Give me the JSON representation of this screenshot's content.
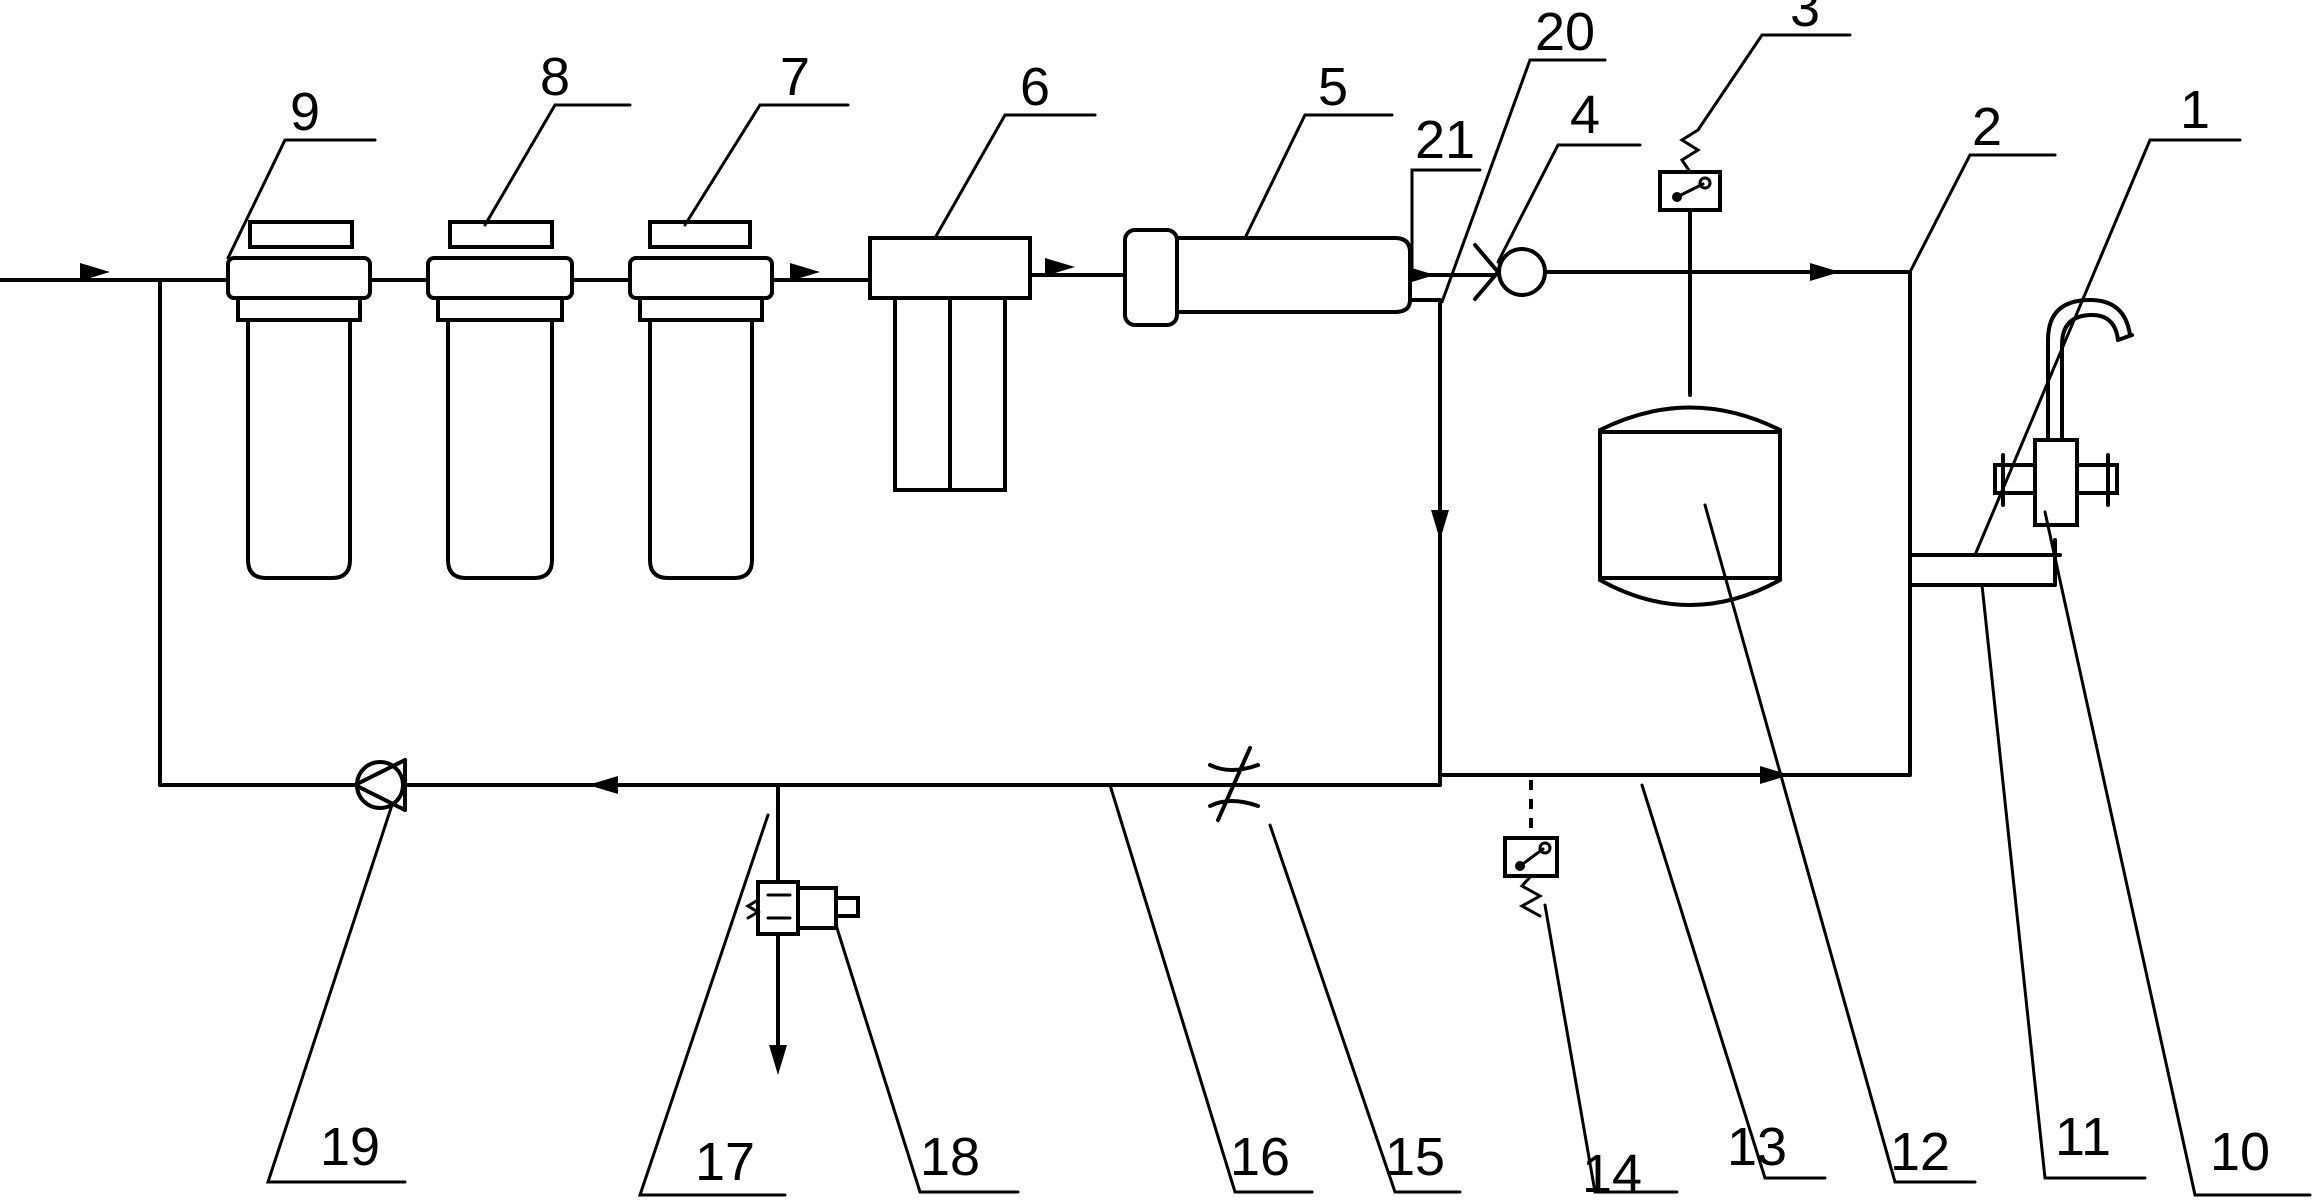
{
  "labels": {
    "l1": "1",
    "l2": "2",
    "l3": "3",
    "l4": "4",
    "l5": "5",
    "l6": "6",
    "l7": "7",
    "l8": "8",
    "l9": "9",
    "l10": "10",
    "l11": "11",
    "l12": "12",
    "l13": "13",
    "l14": "14",
    "l15": "15",
    "l16": "16",
    "l17": "17",
    "l18": "18",
    "l19": "19",
    "l20": "20",
    "l21": "21"
  },
  "colors": {
    "line": "#000000",
    "background": "#ffffff"
  }
}
